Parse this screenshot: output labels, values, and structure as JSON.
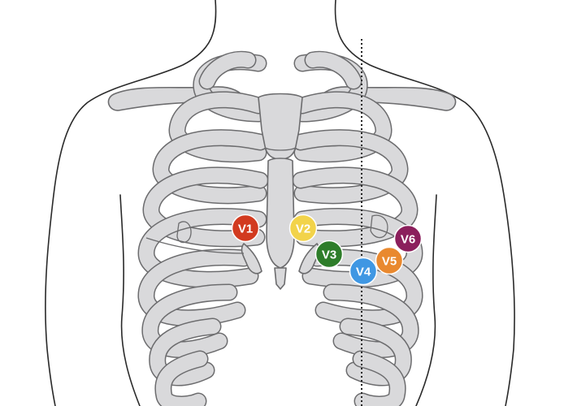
{
  "leads": [
    {
      "id": "V1",
      "label": "V1",
      "color": "#d23a1f"
    },
    {
      "id": "V2",
      "label": "V2",
      "color": "#f2d34a",
      "text_color": "#1b1b1b"
    },
    {
      "id": "V3",
      "label": "V3",
      "color": "#2e7d2a"
    },
    {
      "id": "V4",
      "label": "V4",
      "color": "#3f97e3"
    },
    {
      "id": "V5",
      "label": "V5",
      "color": "#e9892f"
    },
    {
      "id": "V6",
      "label": "V6",
      "color": "#8b1f5c"
    }
  ]
}
